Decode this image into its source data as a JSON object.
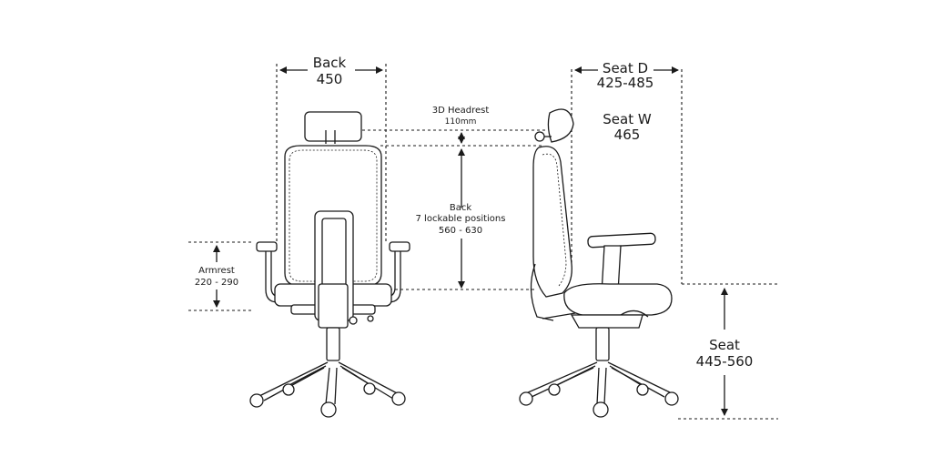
{
  "labels": {
    "back_width": {
      "title": "Back",
      "value": "450"
    },
    "seat_depth": {
      "title": "Seat D",
      "value": "425-485"
    },
    "seat_width": {
      "title": "Seat W",
      "value": "465"
    },
    "headrest": {
      "title": "3D Headrest",
      "value": "110mm"
    },
    "back_height": {
      "title": "Back",
      "subtitle": "7 lockable positions",
      "value": "560 - 630"
    },
    "armrest": {
      "title": "Armrest",
      "value": "220 - 290"
    },
    "seat_height": {
      "title": "Seat",
      "value": "445-560"
    }
  },
  "colors": {
    "line": "#1a1a1a",
    "background": "#ffffff"
  },
  "icons": [
    "front-view-office-chair-drawing",
    "side-view-office-chair-drawing"
  ]
}
